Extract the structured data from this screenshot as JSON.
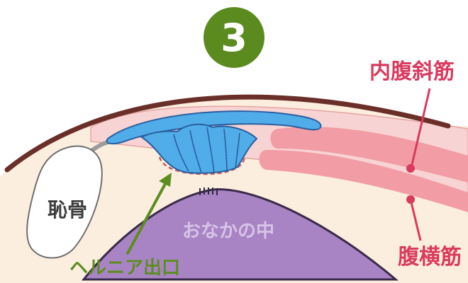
{
  "step": {
    "number": "3"
  },
  "labels": {
    "internal_oblique": "内腹斜筋",
    "transversus": "腹横筋",
    "pubic_bone": "恥骨",
    "abdomen_inside": "おなかの中",
    "hernia_orifice": "ヘルニア出口"
  },
  "colors": {
    "badge": "#5b8a1e",
    "skin_line": "#6b2f2a",
    "fat": "#fbeede",
    "muscle_light": "#f7cfcf",
    "muscle_dark": "#f29aa3",
    "pointer_red": "#d93a5e",
    "label_red": "#d93a5e",
    "arrow_green": "#5d8d21",
    "label_green": "#5d8d21",
    "abdomen_purple": "#a984c4",
    "mesh_blue": "#3f9fe0",
    "bone_fill": "#ffffff"
  }
}
